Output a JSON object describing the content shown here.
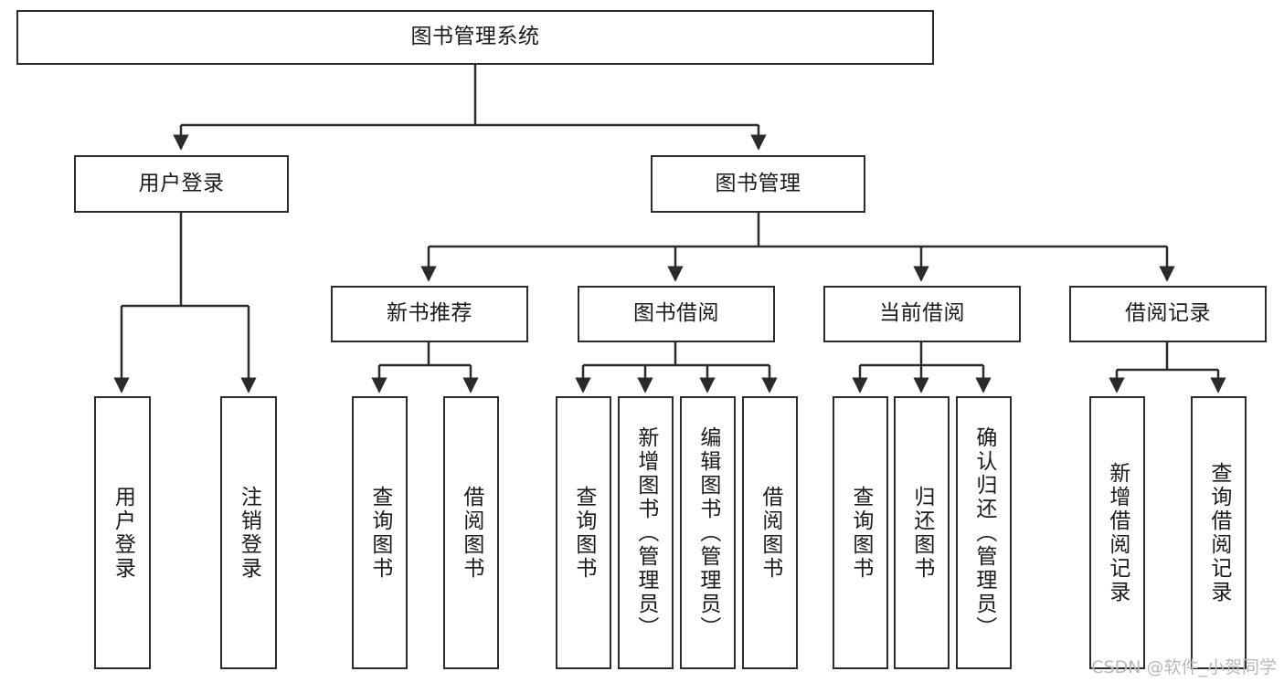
{
  "diagram": {
    "title": "图书管理系统",
    "type": "tree-hierarchy",
    "root": {
      "id": "root",
      "label": "图书管理系统"
    },
    "level2": [
      {
        "id": "user-login",
        "label": "用户登录"
      },
      {
        "id": "book-manage",
        "label": "图书管理"
      }
    ],
    "level3": [
      {
        "id": "new-book-rec",
        "label": "新书推荐",
        "parent": "book-manage"
      },
      {
        "id": "book-borrow",
        "label": "图书借阅",
        "parent": "book-manage"
      },
      {
        "id": "current-borrow",
        "label": "当前借阅",
        "parent": "book-manage"
      },
      {
        "id": "borrow-record",
        "label": "借阅记录",
        "parent": "book-manage"
      }
    ],
    "leaves": [
      {
        "id": "leaf-user-login",
        "label": "用户登录",
        "parent": "user-login"
      },
      {
        "id": "leaf-logout",
        "label": "注销登录",
        "parent": "user-login"
      },
      {
        "id": "leaf-query-book-1",
        "label": "查询图书",
        "parent": "new-book-rec"
      },
      {
        "id": "leaf-borrow-book-1",
        "label": "借阅图书",
        "parent": "new-book-rec"
      },
      {
        "id": "leaf-query-book-2",
        "label": "查询图书",
        "parent": "book-borrow"
      },
      {
        "id": "leaf-add-book",
        "label": "新增图书（管理员）",
        "parent": "book-borrow"
      },
      {
        "id": "leaf-edit-book",
        "label": "编辑图书（管理员）",
        "parent": "book-borrow"
      },
      {
        "id": "leaf-borrow-book-2",
        "label": "借阅图书",
        "parent": "book-borrow"
      },
      {
        "id": "leaf-query-book-3",
        "label": "查询图书",
        "parent": "current-borrow"
      },
      {
        "id": "leaf-return-book",
        "label": "归还图书",
        "parent": "current-borrow"
      },
      {
        "id": "leaf-confirm-return",
        "label": "确认归还（管理员）",
        "parent": "current-borrow"
      },
      {
        "id": "leaf-add-record",
        "label": "新增借阅记录",
        "parent": "borrow-record"
      },
      {
        "id": "leaf-query-record",
        "label": "查询借阅记录",
        "parent": "borrow-record"
      }
    ],
    "colors": {
      "border": "#2b2b2b",
      "fill": "#ffffff",
      "text": "#1a1a1a",
      "connector": "#2b2b2b",
      "watermark": "#b9b9b9"
    }
  },
  "watermark": {
    "text": "CSDN @软件_小贺同学"
  }
}
